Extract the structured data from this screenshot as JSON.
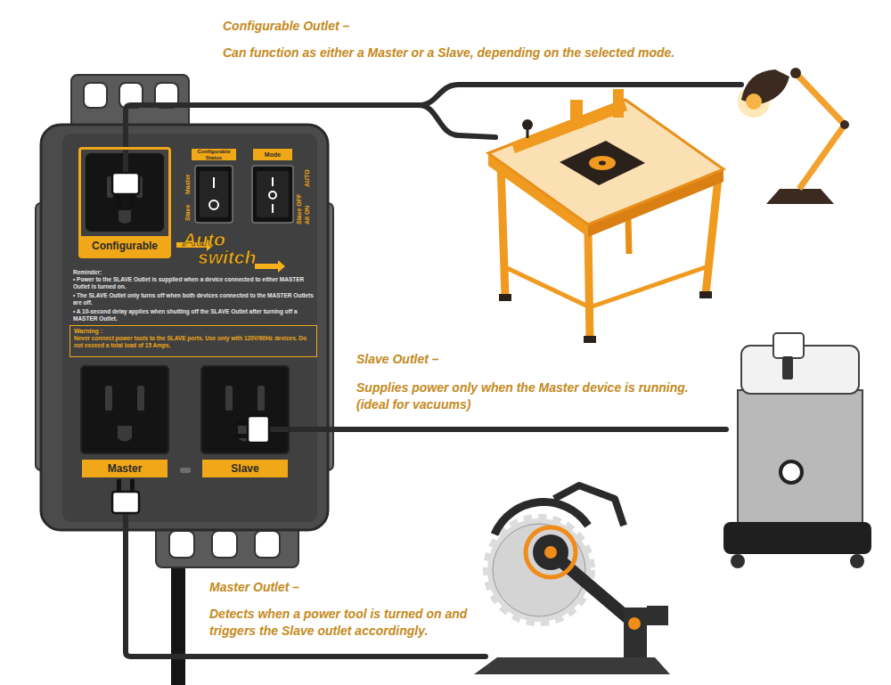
{
  "diagram": {
    "nodes": [
      {
        "text": [
          "Configurable"
        ]
      },
      {
        "text": [
          "Configurable Status",
          "Master",
          "Slave"
        ]
      },
      {
        "text": [
          "Mode",
          "AUTO",
          "Slave OFF",
          "All ON"
        ]
      },
      {
        "text": [
          "Warning :",
          "Never connect power tools to the SLAVE ports. Use only with 120V/60Hz devices. Do not exceed a total load of 15 Amps."
        ]
      },
      {
        "text": [
          "Master"
        ]
      },
      {
        "text": [
          "Slave"
        ]
      }
    ],
    "labels": [
      "Configurable Outlet –",
      "Can function as either a Master or a Slave, depending on the selected mode.",
      "Auto",
      "switch",
      "Reminder:",
      "• Power to the SLAVE Outlet is supplied when a device connected to either MASTER Outlet is turned on.",
      "• The SLAVE Outlet only turns off when both devices connected to the MASTER Outlets are off.",
      "• A 10-second delay applies when shutting off the SLAVE Outlet after turning off a MASTER Outlet.",
      "Slave Outlet –",
      "Supplies power only when the Master device is running. (ideal for vacuums)",
      "Master Outlet –",
      "Detects when a power tool is turned on and triggers the Slave outlet accordingly."
    ]
  }
}
